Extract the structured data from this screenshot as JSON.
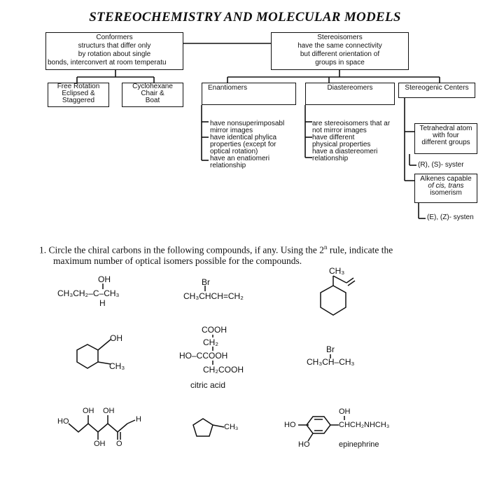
{
  "title": "STEREOCHEMISTRY AND MOLECULAR MODELS",
  "concept_map": {
    "conformers": [
      "Conformers",
      "structurs that differ only",
      "by rotation about single",
      "bonds, interconvert at room temperatu"
    ],
    "stereoisomers": [
      "Stereoisomers",
      "have the same connectivity",
      "but different orientation of",
      "groups in space"
    ],
    "free_rotation": [
      "Free Rotation",
      "Eclipsed &",
      "Staggered"
    ],
    "cyclohexane": [
      "Cyclohexane",
      "Chair &",
      "Boat"
    ],
    "enantiomers": "Enantiomers",
    "diastereomers": "Diastereomers",
    "stereogenic": "Stereogenic Centers",
    "enantiomer_notes": [
      "have nonsuperimposabl",
      "mirror images",
      "have identical phylica",
      "properties (except for",
      "optical rotation)",
      "have an enatiomeri",
      "relationship"
    ],
    "diastereomer_notes": [
      "are stereoisomers that ar",
      "not mirror images",
      "have different",
      "physical properties",
      "have a diastereomeri",
      "relationship"
    ],
    "tetrahedral": [
      "Tetrahedral atom",
      "with four",
      "different groups"
    ],
    "rs_system": "(R), (S)- syster",
    "alkenes": [
      "Alkenes capable",
      "of cis, trans",
      "isomerism"
    ],
    "ez_system": "(E), (Z)- systen"
  },
  "question": {
    "number": "1.",
    "line1": "Circle the chiral carbons in the following compounds, if any. Using the 2",
    "superscript": "n",
    "line1_end": " rule, indicate the",
    "line2": "maximum number of optical isomers possible for the compounds."
  },
  "compounds": {
    "c1": {
      "oh": "OH",
      "main": "CH₃CH₂–C–CH₃",
      "h": "H"
    },
    "c2": {
      "br": "Br",
      "main": "CH₃CHCH=CH₂"
    },
    "c3": {
      "label": "CH₃"
    },
    "c4": {
      "oh": "OH",
      "ch3": "CH₃"
    },
    "c5": {
      "line1": "COOH",
      "line2": "CH₂",
      "line3": "HO–CCOOH",
      "line4": "CH₂COOH",
      "name": "citric acid"
    },
    "c6": {
      "br": "Br",
      "main": "CH₃CH–CH₃"
    },
    "c7": {
      "ho": "HO",
      "oh1": "OH",
      "oh2": "OH",
      "oh3": "OH",
      "h": "H",
      "o": "O"
    },
    "c8": {
      "ch3": "CH₃"
    },
    "c9": {
      "ho1": "HO",
      "ho2": "HO",
      "oh": "OH",
      "side": "CHCH₂NHCH₃",
      "name": "epinephrine"
    }
  }
}
